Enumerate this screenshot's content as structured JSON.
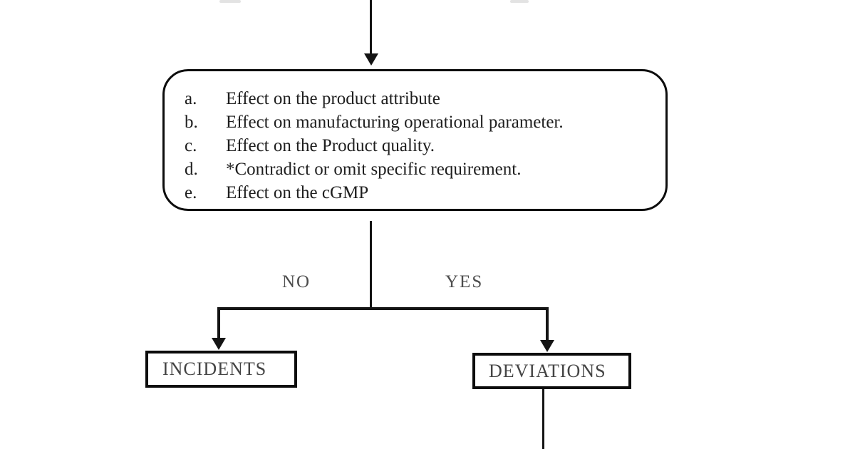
{
  "diagram": {
    "background_color": "#ffffff",
    "line_color": "#141414",
    "criteria_box": {
      "items": [
        {
          "marker": "a.",
          "label": "Effect on the product attribute"
        },
        {
          "marker": "b.",
          "label": "Effect on manufacturing operational parameter."
        },
        {
          "marker": "c.",
          "label": "Effect on the Product quality."
        },
        {
          "marker": "d.",
          "label": "*Contradict or omit specific requirement."
        },
        {
          "marker": "e.",
          "label": "Effect on the cGMP"
        }
      ]
    },
    "branch": {
      "no_label": "NO",
      "yes_label": "YES"
    },
    "nodes": {
      "incidents_label": "INCIDENTS",
      "deviations_label": "DEVIATIONS"
    }
  }
}
